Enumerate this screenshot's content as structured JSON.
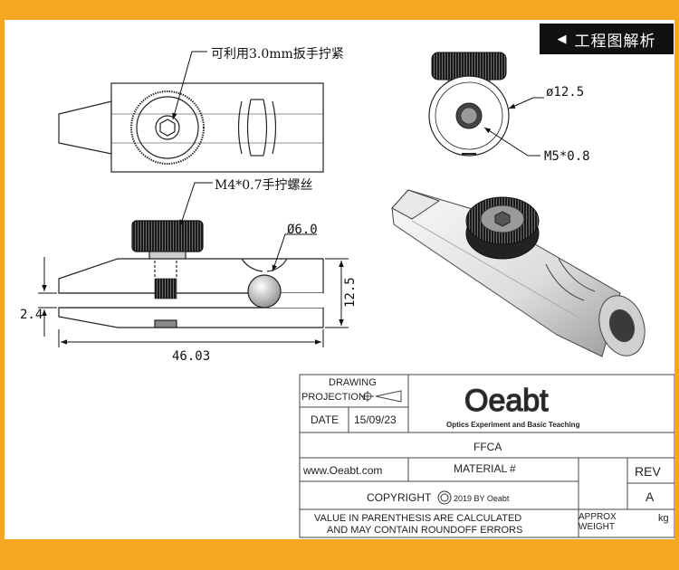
{
  "header": {
    "badge_label": "工程图解析"
  },
  "annotations": {
    "wrench_note": "可利用3.0mm扳手拧紧",
    "screw_note": "M4*0.7手拧螺丝",
    "dia_small": "Ø6.0",
    "dia_large": "ø12.5",
    "thread": "M5*0.8",
    "height": "12.5",
    "gap": "2.4",
    "length": "46.03"
  },
  "title_block": {
    "drawing_label": "DRAWING",
    "projection_label": "PROJECTION",
    "date_label": "DATE",
    "date_value": "15/09/23",
    "logo_text": "Oeabt",
    "logo_tagline": "Optics Experiment and Basic Teaching",
    "part_name": "FFCA",
    "website": "www.Oeabt.com",
    "material_label": "MATERIAL #",
    "rev_label": "REV",
    "rev_value": "A",
    "copyright_label": "COPYRIGHT",
    "copyright_year": "2019 BY Oeabt",
    "disclaimer_line1": "VALUE IN PARENTHESIS ARE CALCULATED",
    "disclaimer_line2": "AND MAY CONTAIN ROUNDOFF ERRORS",
    "approx_label": "APPROX",
    "weight_label": "WEIGHT",
    "weight_unit": "kg"
  }
}
